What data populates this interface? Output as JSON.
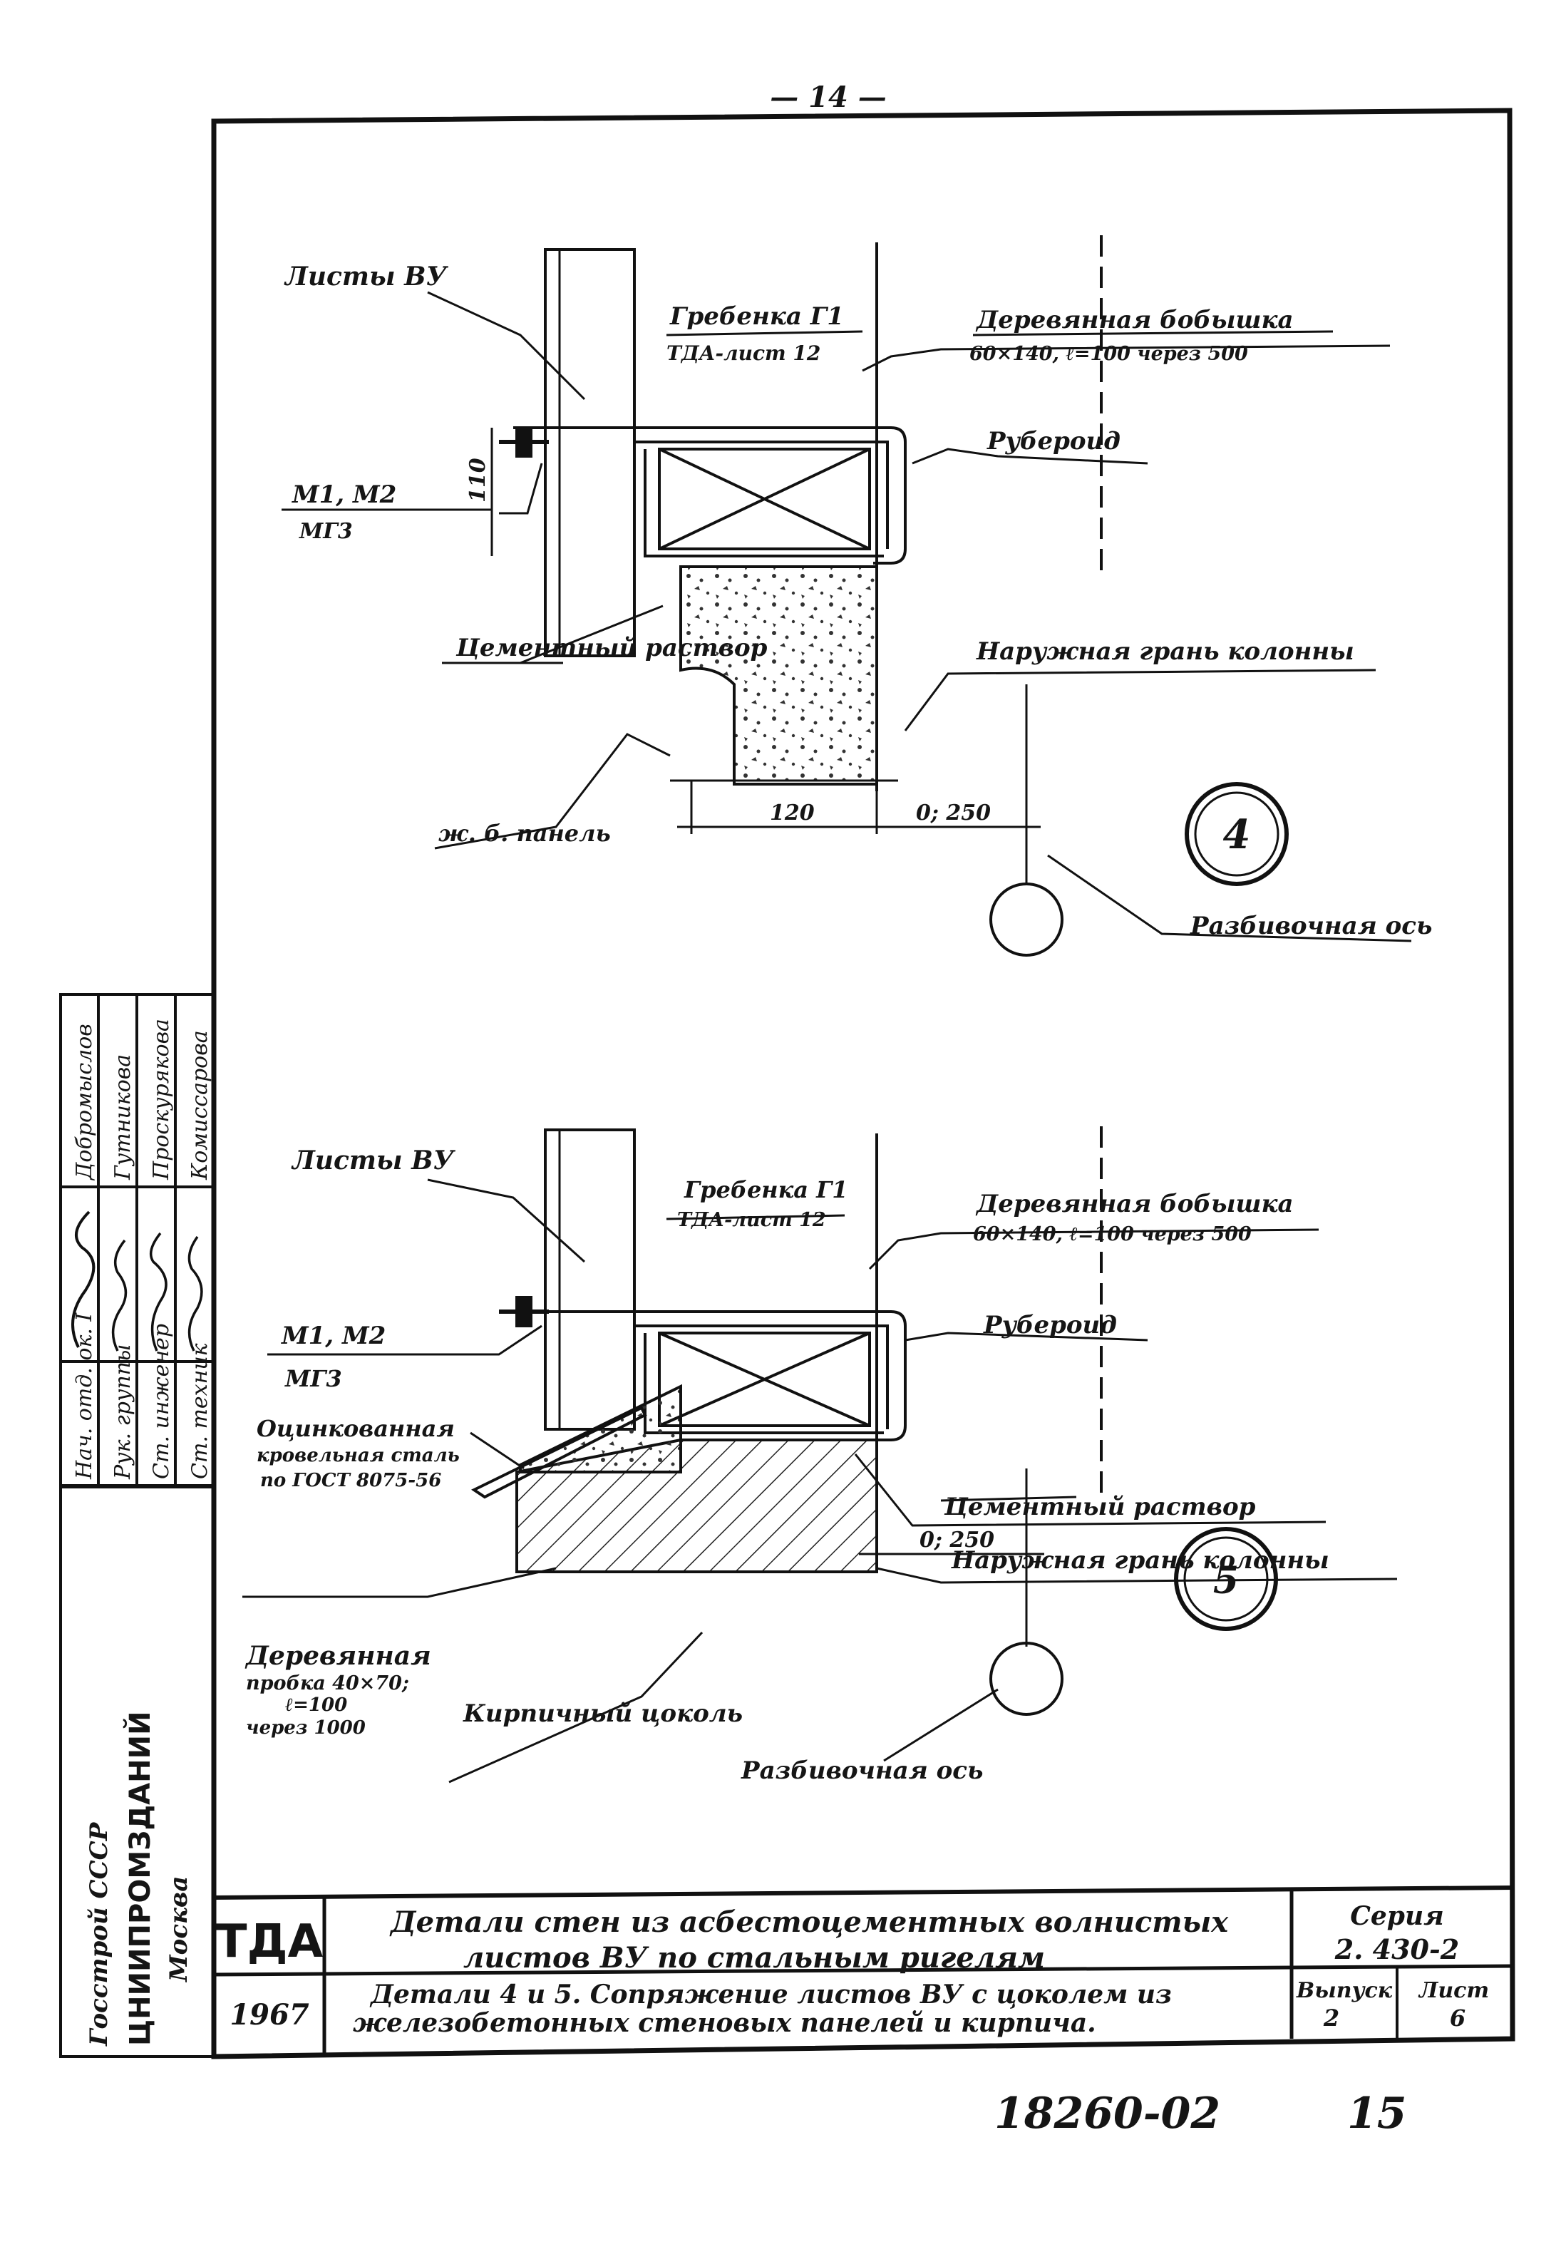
{
  "page_number": "— 14 —",
  "detail4": {
    "labels": {
      "sheets_vu": "Листы ВУ",
      "comb": "Гребенка Г1",
      "comb_ref": "ТДА-лист 12",
      "wood_boss": "Деревянная бобышка",
      "wood_boss_dims": "60×140, ℓ=100 через 500",
      "ruberoid": "Рубероид",
      "m1m2": "М1, М2",
      "mg3": "МГ3",
      "dim_110": "110",
      "cement_mortar": "Цементный раствор",
      "outer_face": "Наружная грань колонны",
      "rc_panel": "ж. б. панель",
      "dim_120": "120",
      "dim_0_250": "0; 250",
      "layout_axis": "Разбивочная ось"
    },
    "circle_number": "4"
  },
  "detail5": {
    "labels": {
      "sheets_vu": "Листы ВУ",
      "comb": "Гребенка Г1",
      "comb_ref": "ТДА-лист 12",
      "wood_boss": "Деревянная бобышка",
      "wood_boss_dims": "60×140, ℓ=100 через 500",
      "ruberoid": "Рубероид",
      "m1m2": "М1, М2",
      "mg3": "МГ3",
      "galv_1": "Оцинкованная",
      "galv_2": "кровельная сталь",
      "galv_3": "по ГОСТ 8075-56",
      "cement_mortar": "Цементный раствор",
      "outer_face": "Наружная грань колонны",
      "wood_plug_1": "Деревянная",
      "wood_plug_2": "пробка 40×70;",
      "wood_plug_3": "ℓ=100",
      "wood_plug_4": "через 1000",
      "brick_plinth": "Кирпичный цоколь",
      "dim_0_250": "0; 250",
      "layout_axis": "Разбивочная ось"
    },
    "circle_number": "5"
  },
  "side_stamp": {
    "roles": [
      "Нач. отд. ок. I",
      "Рук. группы",
      "Ст. инженер",
      "Ст. техник"
    ],
    "names": [
      "Добромыслов",
      "Гутникова",
      "Проскурякова",
      "Комиссарова"
    ],
    "org_1": "Госстрой СССР",
    "org_2": "ЦНИИПРОМЗДАНИЙ",
    "org_3": "Москва"
  },
  "title_block": {
    "code": "ТДА",
    "year": "1967",
    "title_1": "Детали стен из асбестоцементных волнистых",
    "title_2": "листов ВУ по стальным ригелям",
    "subtitle_1": "Детали 4 и 5. Сопряжение листов ВУ с цоколем из",
    "subtitle_2": "железобетонных стеновых панелей и кирпича.",
    "series_label": "Серия",
    "series_value": "2. 430-2",
    "issue_label": "Выпуск",
    "issue_value": "2",
    "sheet_label": "Лист",
    "sheet_value": "6"
  },
  "bottom_note": "18260-02",
  "bottom_note_2": "15"
}
